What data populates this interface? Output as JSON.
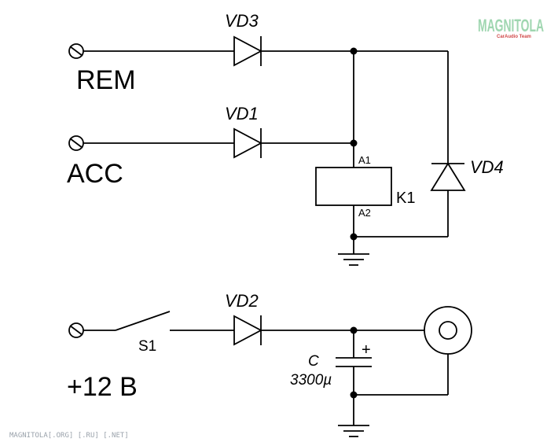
{
  "watermark": {
    "brand": "MAGNITOLA",
    "tagline": "CarAudio Team",
    "brand_color": "#9fd6b0",
    "tagline_color": "#d04848"
  },
  "labels": {
    "rem": "REM",
    "acc": "ACC",
    "plus12": "+12 B",
    "vd1": "VD1",
    "vd2": "VD2",
    "vd3": "VD3",
    "vd4": "VD4",
    "k1": "K1",
    "a1": "A1",
    "a2": "A2",
    "s1": "S1",
    "cap_name": "C",
    "cap_value": "3300µ",
    "cap_polarity": "+"
  },
  "footer": "MAGNITOLA[.ORG] [.RU] [.NET]"
}
